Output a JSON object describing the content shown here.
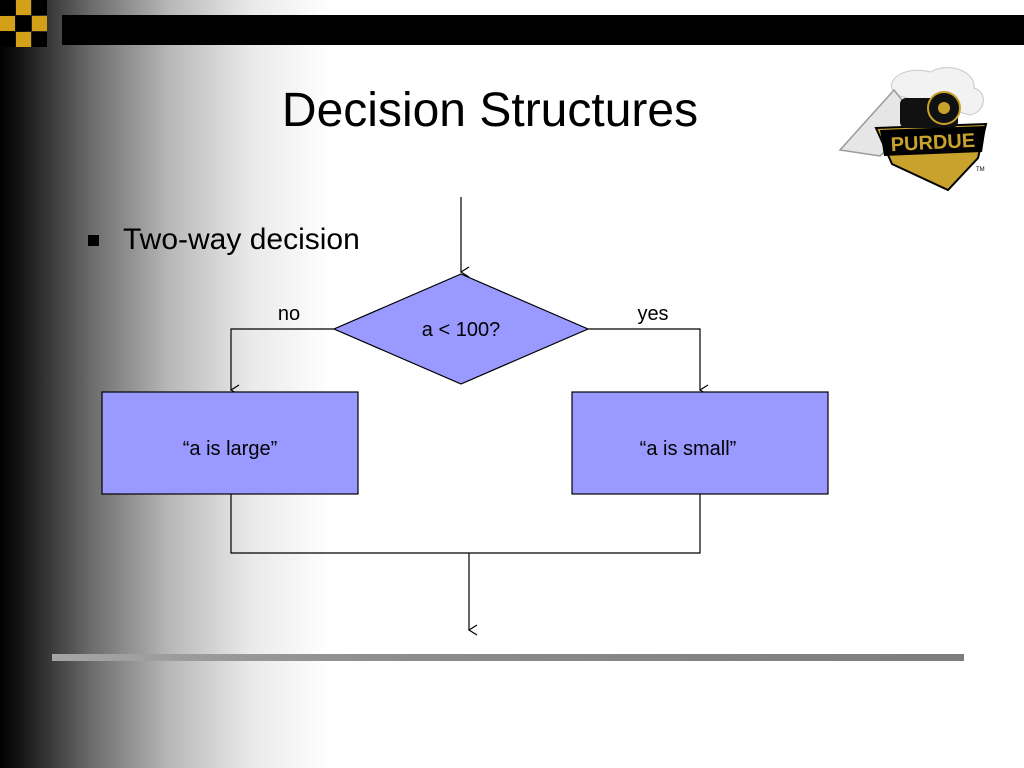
{
  "slide": {
    "title": "Decision Structures",
    "bullet": "Two-way decision"
  },
  "flowchart": {
    "decision": "a < 100?",
    "no_label": "no",
    "yes_label": "yes",
    "no_box": "“a is large”",
    "yes_box": "“a is small”"
  },
  "logo": {
    "text": "PURDUE",
    "trademark": "TM"
  },
  "colors": {
    "shape_fill": "#9999ff",
    "gold": "#c8a22c",
    "checker_gold": "#d4a017",
    "black": "#000000"
  }
}
